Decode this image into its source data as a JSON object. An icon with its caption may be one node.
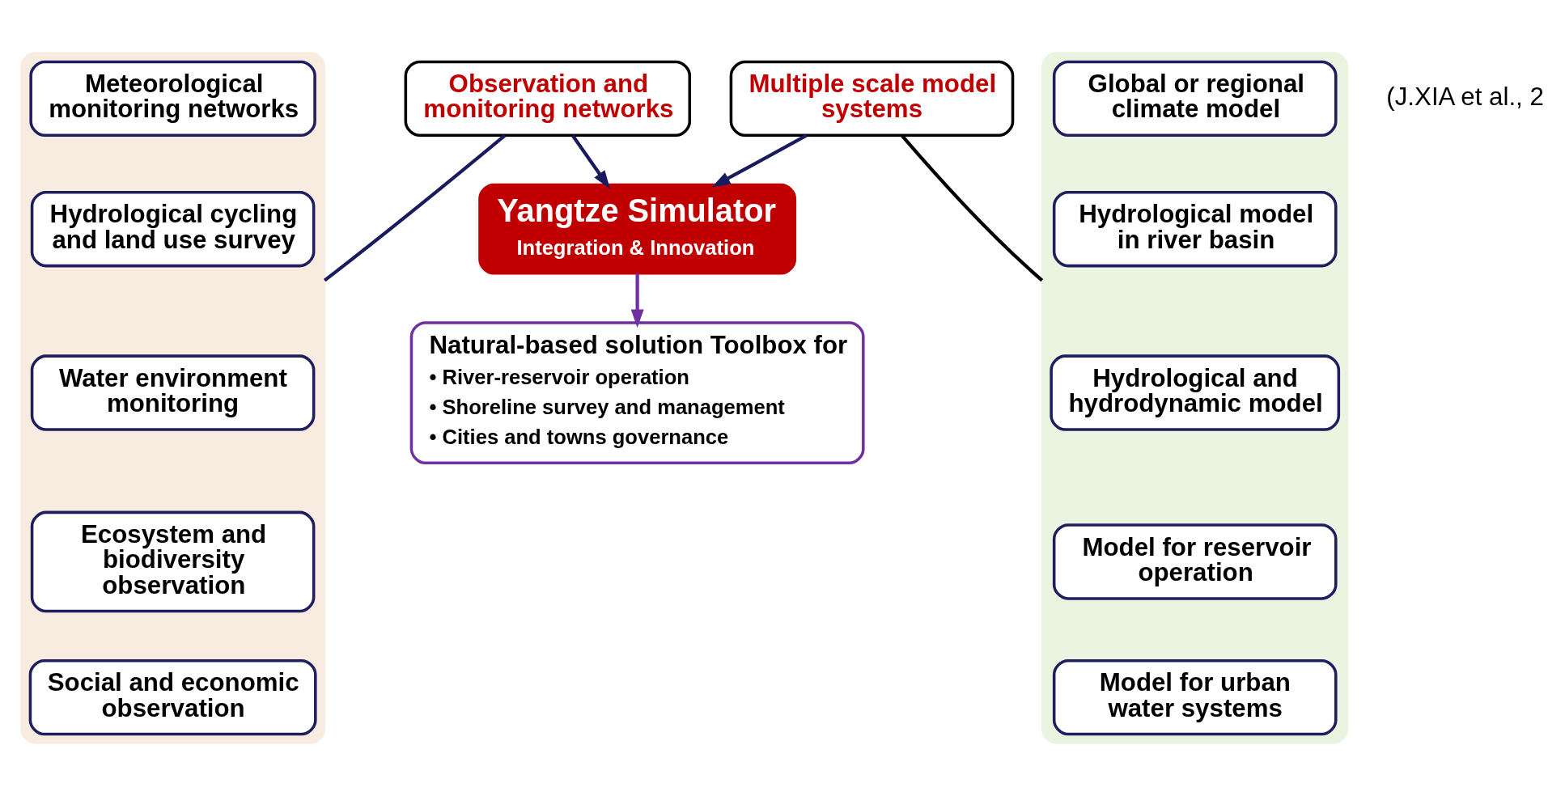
{
  "diagram": {
    "nodes": [
      {
        "text": [],
        "shape": "box"
      },
      {
        "text": [
          "Meteorological monitoring networks"
        ],
        "in": 0
      },
      {
        "text": [
          "Hydrological cycling and land use survey"
        ],
        "in": 0
      },
      {
        "text": [
          "Water environment monitoring"
        ],
        "in": 0
      },
      {
        "text": [
          "Ecosystem and biodiversity observation"
        ],
        "in": 0
      },
      {
        "text": [
          "Social and economic observation"
        ],
        "in": 0
      },
      {
        "text": [
          "Observation and monitoring networks"
        ]
      },
      {
        "text": [
          "Multiple scale model systems"
        ]
      },
      {
        "text": [],
        "shape": "box"
      },
      {
        "text": [
          "Global or regional climate model"
        ],
        "in": 8
      },
      {
        "text": [
          "Hydrological model in river basin"
        ],
        "in": 8
      },
      {
        "text": [
          "Hydrological and hydrodynamic model"
        ],
        "in": 8
      },
      {
        "text": [
          "Model for reservoir operation"
        ],
        "in": 8
      },
      {
        "text": [
          "Model for urban water systems"
        ],
        "in": 8
      },
      {
        "text": [
          "Yangtze Simulator",
          "Integration & Innovation"
        ]
      },
      {
        "text": [
          "Natural-based solution Toolbox for",
          "• River-reservoir operation",
          "• Shoreline survey and management",
          "• Cities and towns governance"
        ]
      }
    ],
    "edges": [
      {
        "from": 0,
        "to": 6,
        "arrow": "none"
      },
      {
        "from": 8,
        "to": 7,
        "arrow": "none",
        "color": "#000000"
      },
      {
        "from": 6,
        "to": 14,
        "arrow": "to"
      },
      {
        "from": 7,
        "to": 14,
        "arrow": "to"
      },
      {
        "from": 14,
        "to": 15,
        "arrow": "to",
        "color": "#7030a0"
      }
    ],
    "labels": [
      "(J.XIA et al., 2"
    ]
  }
}
